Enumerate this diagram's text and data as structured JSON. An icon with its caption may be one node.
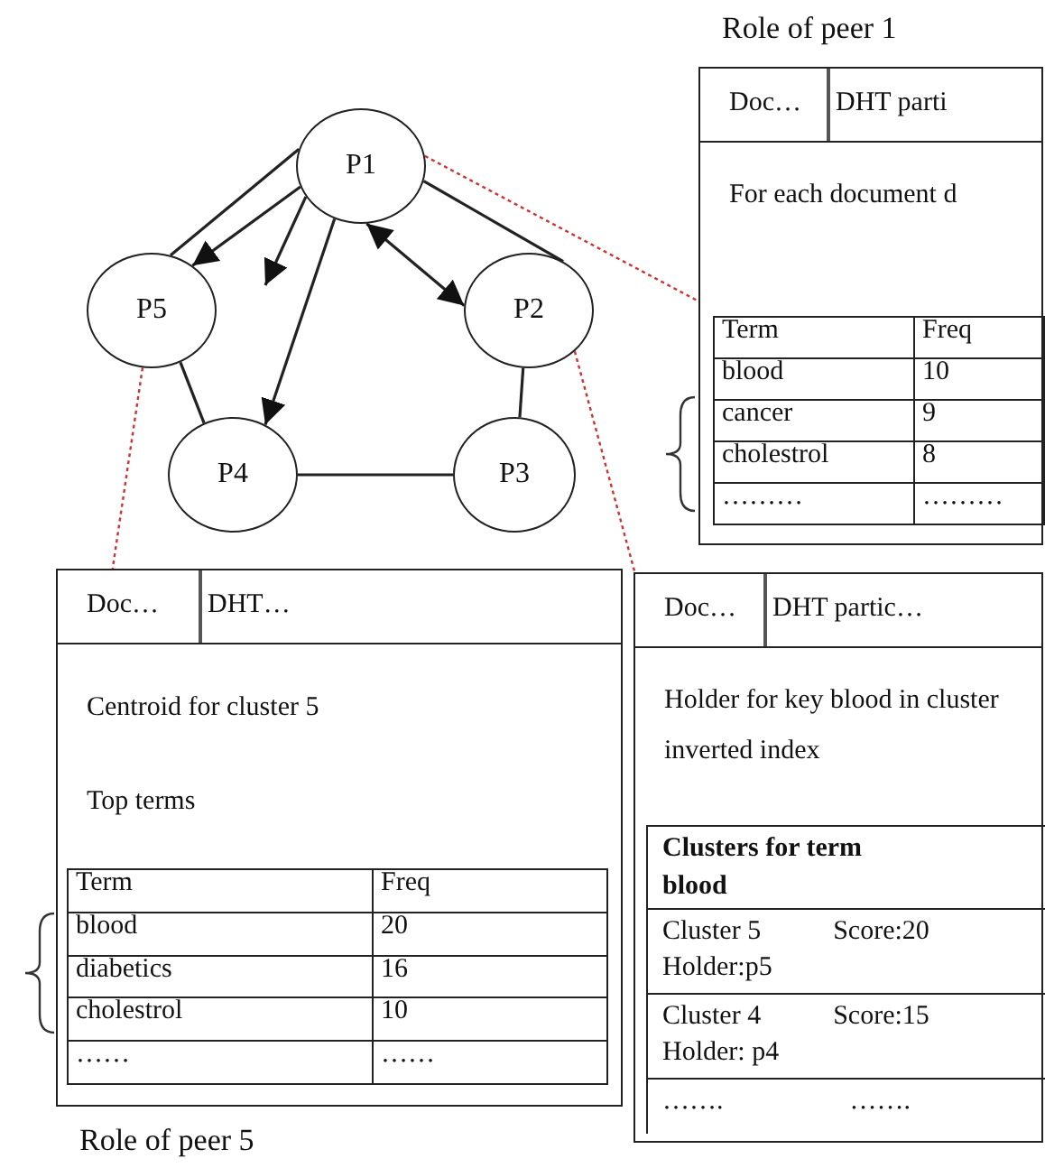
{
  "diagram": {
    "nodes": [
      {
        "text": [
          "Role of peer 1",
          "Doc…",
          "DHT parti",
          "For each document d"
        ]
      },
      {
        "text": [
          "Term",
          "Freq",
          "blood",
          "10",
          "cancer",
          "9",
          "cholestrol",
          "8",
          "………",
          "………"
        ],
        "in": 0
      },
      {
        "text": [
          "P1"
        ]
      },
      {
        "text": [
          "P5"
        ]
      },
      {
        "text": [
          "P2"
        ]
      },
      {
        "text": [
          "P4"
        ]
      },
      {
        "text": [
          "P3"
        ]
      },
      {
        "text": [
          "Doc…",
          "DHT…",
          "Centroid for cluster 5",
          "Top terms",
          "Role of peer 5"
        ]
      },
      {
        "text": [
          "Term",
          "Freq",
          "blood",
          "20",
          "diabetics",
          "16",
          "cholestrol",
          "10",
          "……",
          "……"
        ],
        "in": 7
      },
      {
        "text": [
          "Doc…",
          "DHT partic…",
          "Holder for key blood in cluster inverted index"
        ]
      },
      {
        "text": [
          "Clusters for term blood",
          "Cluster 5",
          "Score:20",
          "Holder:p5",
          "Cluster 4",
          "Score:15",
          "Holder: p4",
          "…….",
          "……."
        ],
        "in": 9
      }
    ],
    "edges": [
      {
        "from": 2,
        "to": 3,
        "arrow": "none"
      },
      {
        "from": 2,
        "to": 3,
        "arrow": "to"
      },
      {
        "from": 2,
        "to": null,
        "arrow": "to"
      },
      {
        "from": 2,
        "to": 5,
        "arrow": "to"
      },
      {
        "from": 2,
        "to": 4,
        "arrow": "both"
      },
      {
        "from": 2,
        "to": 4,
        "arrow": "none"
      },
      {
        "from": 4,
        "to": 6,
        "arrow": "none"
      },
      {
        "from": 5,
        "to": 6,
        "arrow": "none"
      },
      {
        "from": 3,
        "to": 5,
        "arrow": "none"
      },
      {
        "from": 2,
        "to": 0,
        "arrow": "none",
        "style": "dashed",
        "color": "#cc3333"
      },
      {
        "from": 3,
        "to": 7,
        "arrow": "none",
        "style": "dashed",
        "color": "#cc3333"
      },
      {
        "from": 4,
        "to": 9,
        "arrow": "none",
        "style": "dashed",
        "color": "#cc3333"
      }
    ]
  }
}
